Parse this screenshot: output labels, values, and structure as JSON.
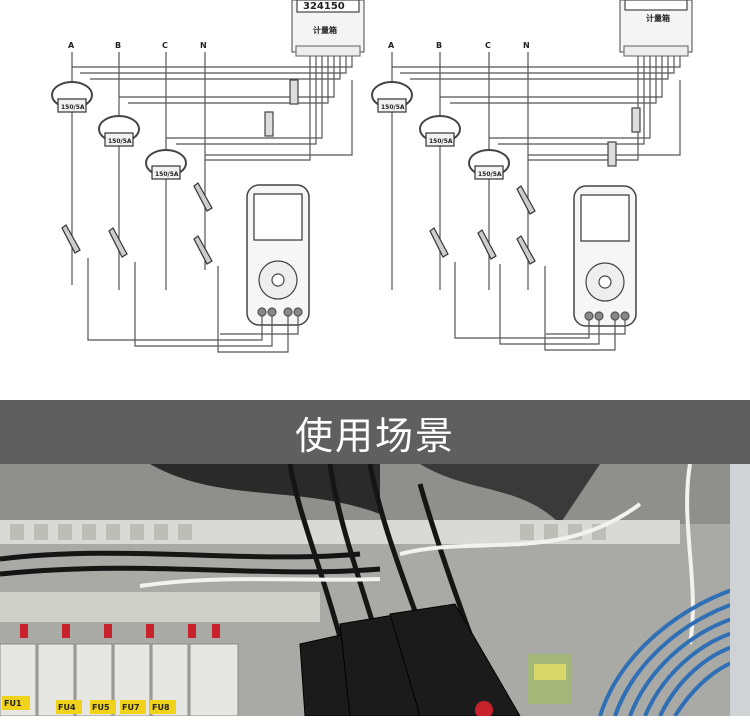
{
  "diagrams": [
    {
      "meter_number": "324150",
      "meter_label": "计量箱",
      "phases": [
        "A",
        "B",
        "C",
        "N"
      ],
      "ct_label": "150/5A"
    },
    {
      "meter_label": "计量箱",
      "phases": [
        "A",
        "B",
        "C",
        "N"
      ],
      "ct_label": "150/5A"
    }
  ],
  "banner": {
    "title": "使用场景"
  },
  "photo": {
    "fuse_labels": [
      "FU1",
      "FU4",
      "FU5",
      "FU7",
      "FU8"
    ]
  }
}
